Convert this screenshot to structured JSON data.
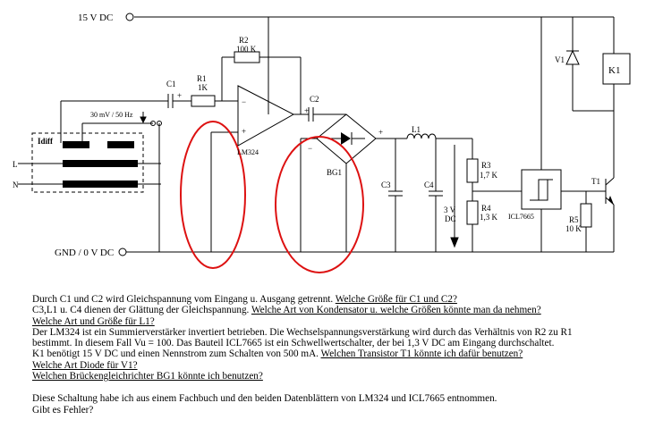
{
  "schematic": {
    "rail_top": "15 V DC",
    "rail_bottom": "GND / 0 V DC",
    "c1": "C1",
    "r1": "R1",
    "r1_value": "1K",
    "r2": "R2",
    "r2_value": "100 K",
    "opamp": "LM324",
    "c2": "C2",
    "bridge": "BG1",
    "signal": "30 mV / 50 Hz",
    "sensor": "Idiff",
    "line_l": "L",
    "line_n": "N",
    "l1": "L1",
    "c3": "C3",
    "c4": "C4",
    "v_label_1": "3 V",
    "v_label_2": "DC",
    "r3": "R3",
    "r3_value": "1,7 K",
    "r4": "R4",
    "r4_value": "1,3 K",
    "ic": "ICL7665",
    "r5": "R5",
    "r5_value": "10 K",
    "t1": "T1",
    "v1": "V1",
    "k1": "K1",
    "plus": "+",
    "minus": "−"
  },
  "text": {
    "p1_a": "Durch C1 und C2 wird Gleichspannung vom Eingang u. Ausgang getrennt. ",
    "p1_q": "Welche Größe für C1 und C2?",
    "p2_a": "C3,L1 u. C4 dienen der Glättung der Gleichspannung. ",
    "p2_q": "Welche Art von Kondensator u. welche Größen könnte man da nehmen?",
    "p3_q": "Welche Art und Größe für L1?",
    "p4": "Der LM324 ist ein Summierverstärker invertiert betrieben. Die Wechselspannungsverstärkung wird durch das Verhältnis von R2 zu R1",
    "p5": "bestimmt. In diesem Fall Vu = 100. Das Bauteil ICL7665 ist ein Schwellwertschalter, der bei 1,3 V DC am Eingang durchschaltet.",
    "p6_a": "K1 benötigt 15 V DC und einen Nennstrom zum Schalten von 500 mA. ",
    "p6_q": "Welchen Transistor T1 könnte ich dafür benutzen?",
    "p7_q": "Welche Art Diode für V1?",
    "p8_q": "Welchen Brückengleichrichter BG1 könnte ich benutzen?",
    "p9": "Diese Schaltung habe ich aus einem Fachbuch und den beiden Datenblättern von LM324 und ICL7665 entnommen.",
    "p10": "Gibt es Fehler?"
  }
}
